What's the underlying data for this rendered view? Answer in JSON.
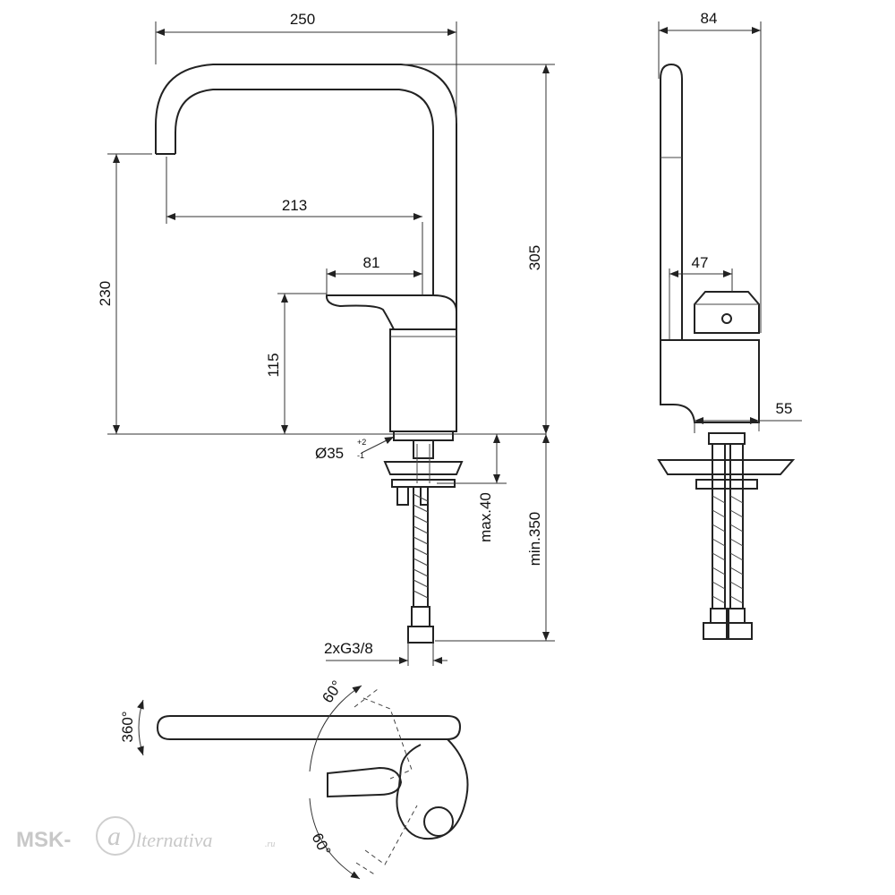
{
  "dimensions": {
    "spout_reach_total": "250",
    "side_depth": "84",
    "outlet_height": "230",
    "spout_reach": "213",
    "lever_reach": "81",
    "total_height": "305",
    "handle_height": "115",
    "side_handle": "47",
    "side_base": "55",
    "hole_diameter": "Ø35",
    "hole_tol_plus": "+2",
    "hole_tol_minus": "-1",
    "max_deck": "max.40",
    "min_hose": "min.350",
    "connection": "2xG3/8"
  },
  "rotation": {
    "spout": "360°",
    "lever_top": "60°",
    "lever_bottom": "60°"
  },
  "watermark": {
    "prefix": "MSK-",
    "letter": "a",
    "text": "lternativa",
    "suffix": ".ru"
  }
}
